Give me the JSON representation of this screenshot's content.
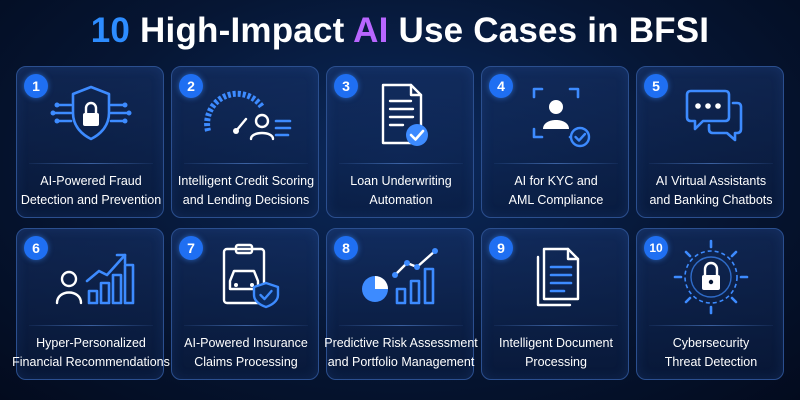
{
  "header": {
    "title_number": "10",
    "title_part1": "High-Impact",
    "title_ai": "AI",
    "title_part2": "Use Cases in BFSI"
  },
  "colors": {
    "accent_blue": "#2d8cff",
    "accent_purple": "#b866ff",
    "badge_blue": "#1f6ff2",
    "background": "#061634"
  },
  "cards": [
    {
      "number": "1",
      "icon": "shield-lock-circuit-icon",
      "line1": "AI-Powered Fraud",
      "line2": "Detection and Prevention"
    },
    {
      "number": "2",
      "icon": "credit-gauge-icon",
      "line1": "Intelligent Credit Scoring",
      "line2": "and Lending Decisions"
    },
    {
      "number": "3",
      "icon": "document-check-icon",
      "line1": "Loan Underwriting",
      "line2": "Automation"
    },
    {
      "number": "4",
      "icon": "user-verify-icon",
      "line1": "AI for KYC and",
      "line2": "AML Compliance"
    },
    {
      "number": "5",
      "icon": "chat-bubbles-icon",
      "line1": "AI Virtual Assistants",
      "line2": "and Banking Chatbots"
    },
    {
      "number": "6",
      "icon": "person-growth-chart-icon",
      "line1": "Hyper-Personalized",
      "line2": "Financial Recommendations"
    },
    {
      "number": "7",
      "icon": "car-claim-shield-icon",
      "line1": "AI-Powered Insurance",
      "line2": "Claims Processing"
    },
    {
      "number": "8",
      "icon": "pie-bar-trend-icon",
      "line1": "Predictive Risk Assessment",
      "line2": "and Portfolio Management"
    },
    {
      "number": "9",
      "icon": "stacked-documents-icon",
      "line1": "Intelligent Document",
      "line2": "Processing"
    },
    {
      "number": "10",
      "icon": "cyber-lock-icon",
      "line1": "Cybersecurity",
      "line2": "Threat Detection"
    }
  ]
}
